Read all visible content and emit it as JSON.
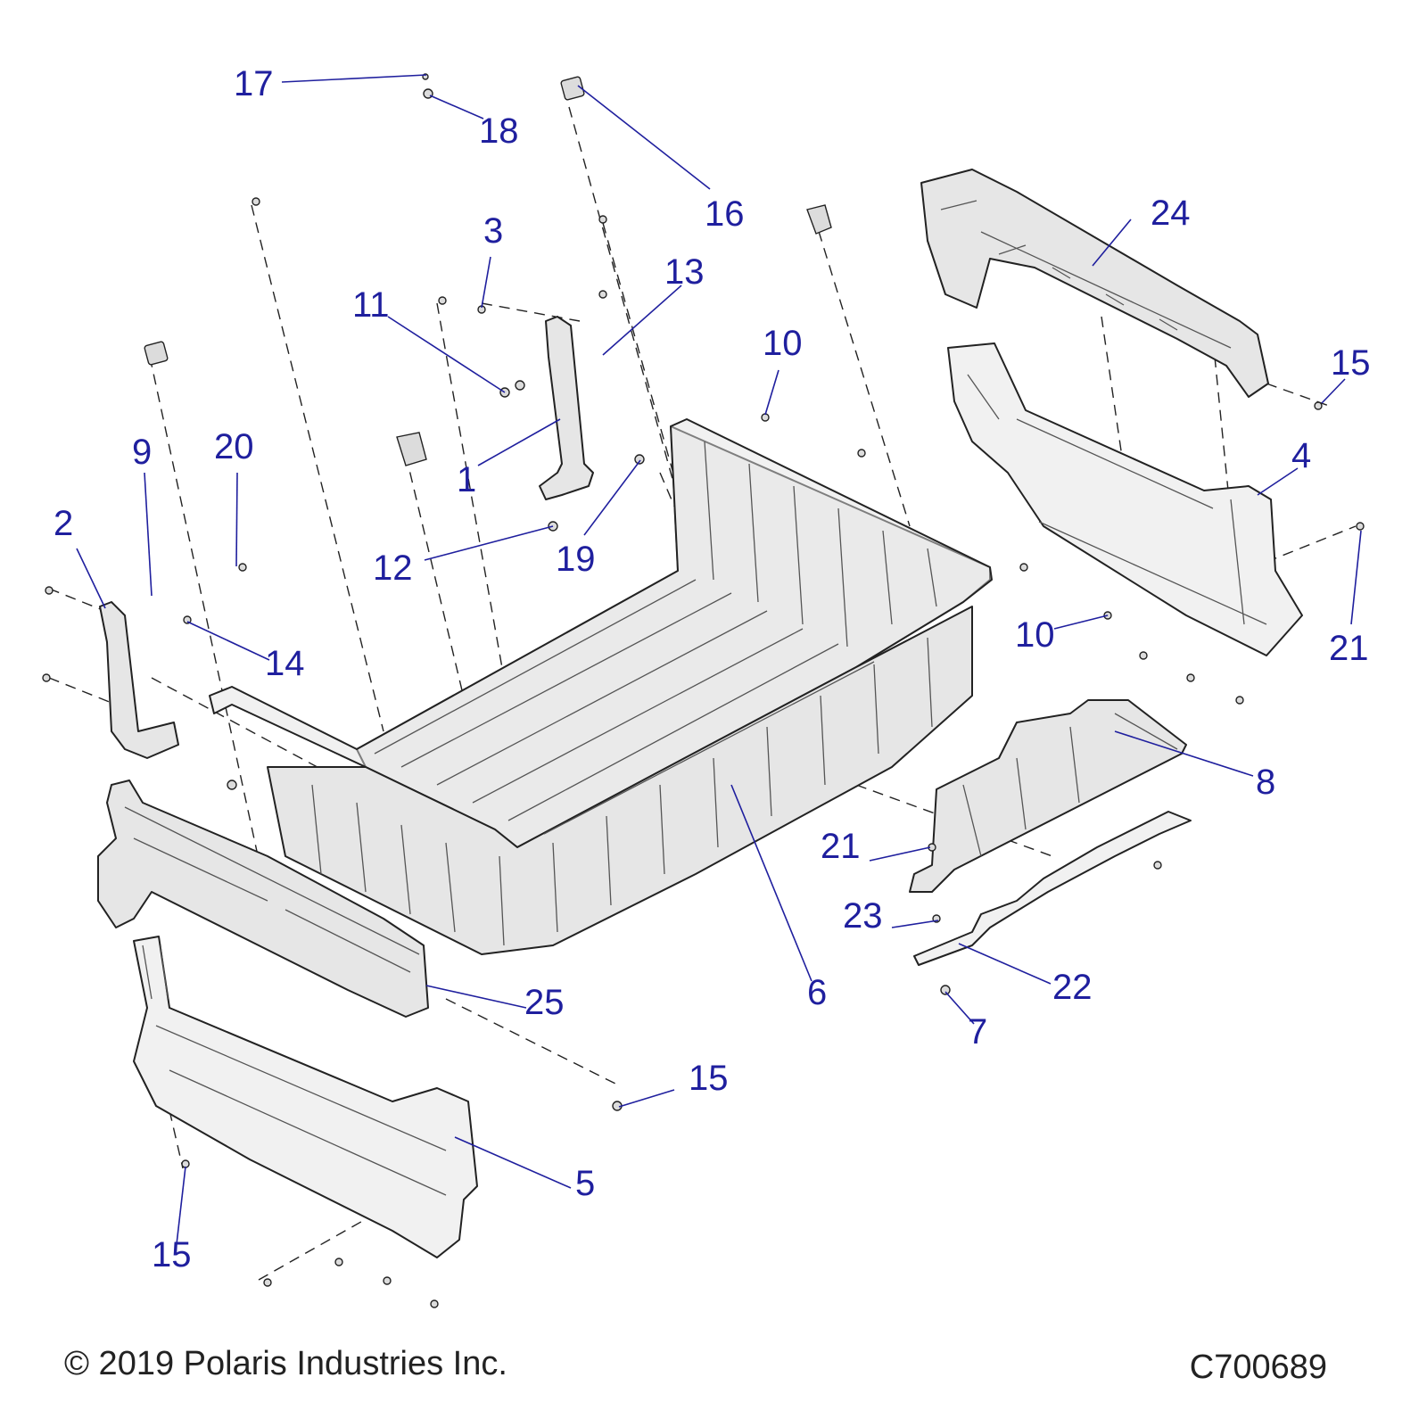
{
  "copyright": "© 2019 Polaris Industries Inc.",
  "figure_id": "C700689",
  "callouts": [
    {
      "id": "c1",
      "label": "1"
    },
    {
      "id": "c2",
      "label": "2"
    },
    {
      "id": "c3",
      "label": "3"
    },
    {
      "id": "c4",
      "label": "4"
    },
    {
      "id": "c5",
      "label": "5"
    },
    {
      "id": "c6",
      "label": "6"
    },
    {
      "id": "c7",
      "label": "7"
    },
    {
      "id": "c8",
      "label": "8"
    },
    {
      "id": "c9",
      "label": "9"
    },
    {
      "id": "c10a",
      "label": "10"
    },
    {
      "id": "c10b",
      "label": "10"
    },
    {
      "id": "c11",
      "label": "11"
    },
    {
      "id": "c12",
      "label": "12"
    },
    {
      "id": "c13",
      "label": "13"
    },
    {
      "id": "c14",
      "label": "14"
    },
    {
      "id": "c15a",
      "label": "15"
    },
    {
      "id": "c15b",
      "label": "15"
    },
    {
      "id": "c15c",
      "label": "15"
    },
    {
      "id": "c16",
      "label": "16"
    },
    {
      "id": "c17",
      "label": "17"
    },
    {
      "id": "c18",
      "label": "18"
    },
    {
      "id": "c19",
      "label": "19"
    },
    {
      "id": "c20",
      "label": "20"
    },
    {
      "id": "c21a",
      "label": "21"
    },
    {
      "id": "c21b",
      "label": "21"
    },
    {
      "id": "c22",
      "label": "22"
    },
    {
      "id": "c23",
      "label": "23"
    },
    {
      "id": "c24",
      "label": "24"
    },
    {
      "id": "c25",
      "label": "25"
    }
  ]
}
